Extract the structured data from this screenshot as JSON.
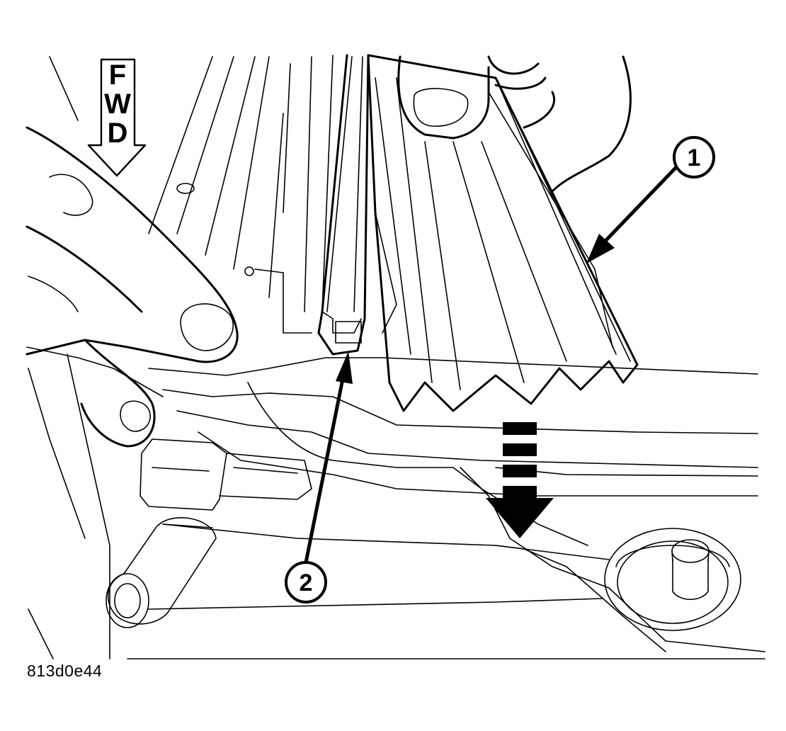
{
  "figure": {
    "fwd_letters": [
      "F",
      "W",
      "D"
    ],
    "callouts": [
      {
        "label": "1"
      },
      {
        "label": "2"
      }
    ],
    "figure_id": "813d0e44"
  }
}
